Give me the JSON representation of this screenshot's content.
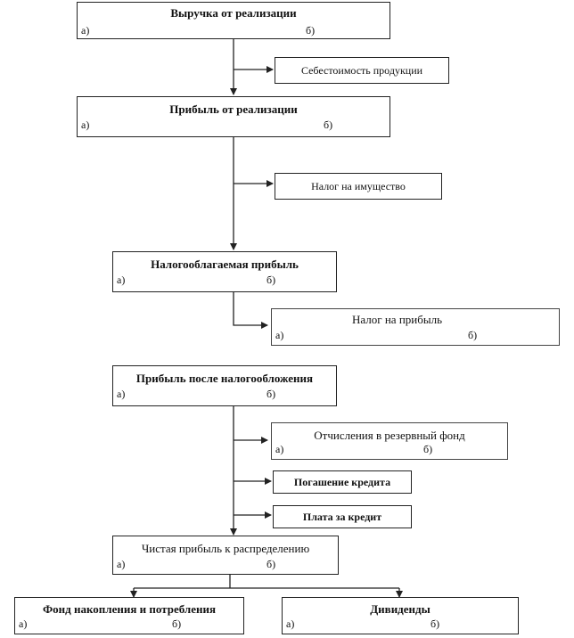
{
  "nodes": {
    "revenue": {
      "title": "Выручка от реализации",
      "a": "а)",
      "b": "б)"
    },
    "cost": {
      "title": "Себестоимость продукции"
    },
    "sales_profit": {
      "title": "Прибыль от реализации",
      "a": "а)",
      "b": "б)"
    },
    "property_tax": {
      "title": "Налог на имущество"
    },
    "taxable_profit": {
      "title": "Налогооблагаемая прибыль",
      "a": "а)",
      "b": "б)"
    },
    "profit_tax": {
      "title": "Налог на прибыль",
      "a": "а)",
      "b": "б)"
    },
    "after_tax": {
      "title": "Прибыль после налогообложения",
      "a": "а)",
      "b": "б)"
    },
    "reserve": {
      "title": "Отчисления в резервный фонд",
      "a": "а)",
      "b": "б)"
    },
    "loan_repay": {
      "title": "Погашение кредита"
    },
    "loan_fee": {
      "title": "Плата за кредит"
    },
    "net_profit": {
      "title": "Чистая прибыль к распределению",
      "a": "а)",
      "b": "б)"
    },
    "fund": {
      "title": "Фонд накопления и потребления",
      "a": "а)",
      "b": "б)"
    },
    "dividends": {
      "title": "Дивиденды",
      "a": "а)",
      "b": "б)"
    }
  }
}
